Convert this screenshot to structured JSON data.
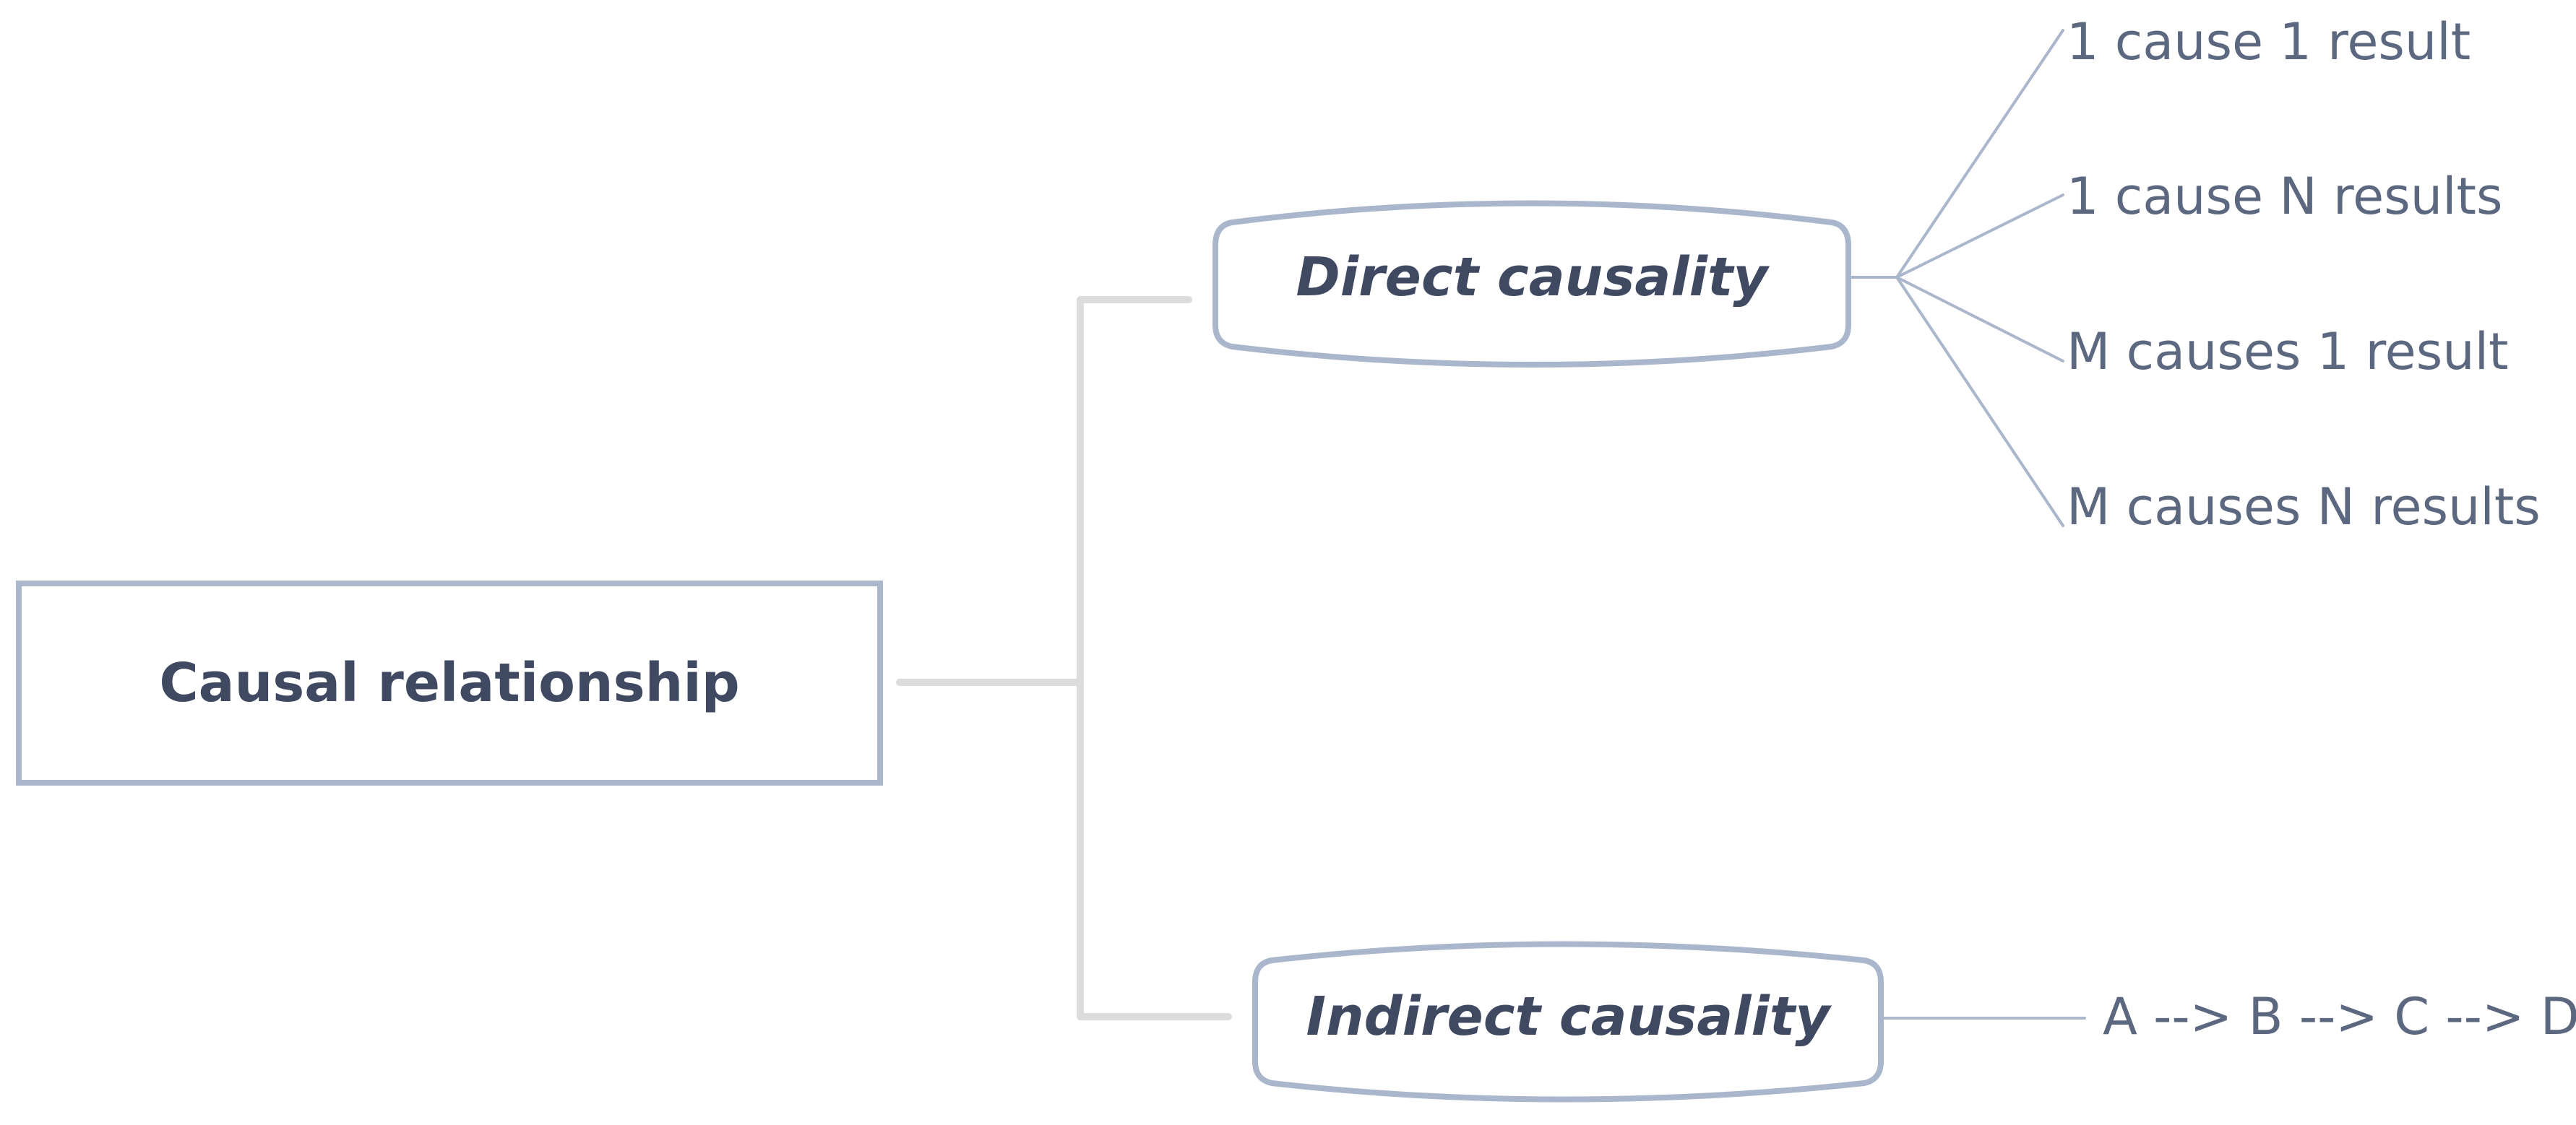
{
  "root": {
    "label": "Causal relationship"
  },
  "branches": [
    {
      "label": "Direct causality",
      "leaves": [
        "1 cause 1 result",
        "1 cause N results",
        "M causes 1 result",
        "M causes N results"
      ]
    },
    {
      "label": "Indirect causality",
      "leaves": [
        "A --> B --> C --> D"
      ]
    }
  ],
  "colors": {
    "node_border": "#a9b6cb",
    "node_text": "#3f4a62",
    "leaf_text": "#5c6880",
    "trunk_line": "#dcdcdc",
    "leaf_line": "#a9b6cb"
  }
}
